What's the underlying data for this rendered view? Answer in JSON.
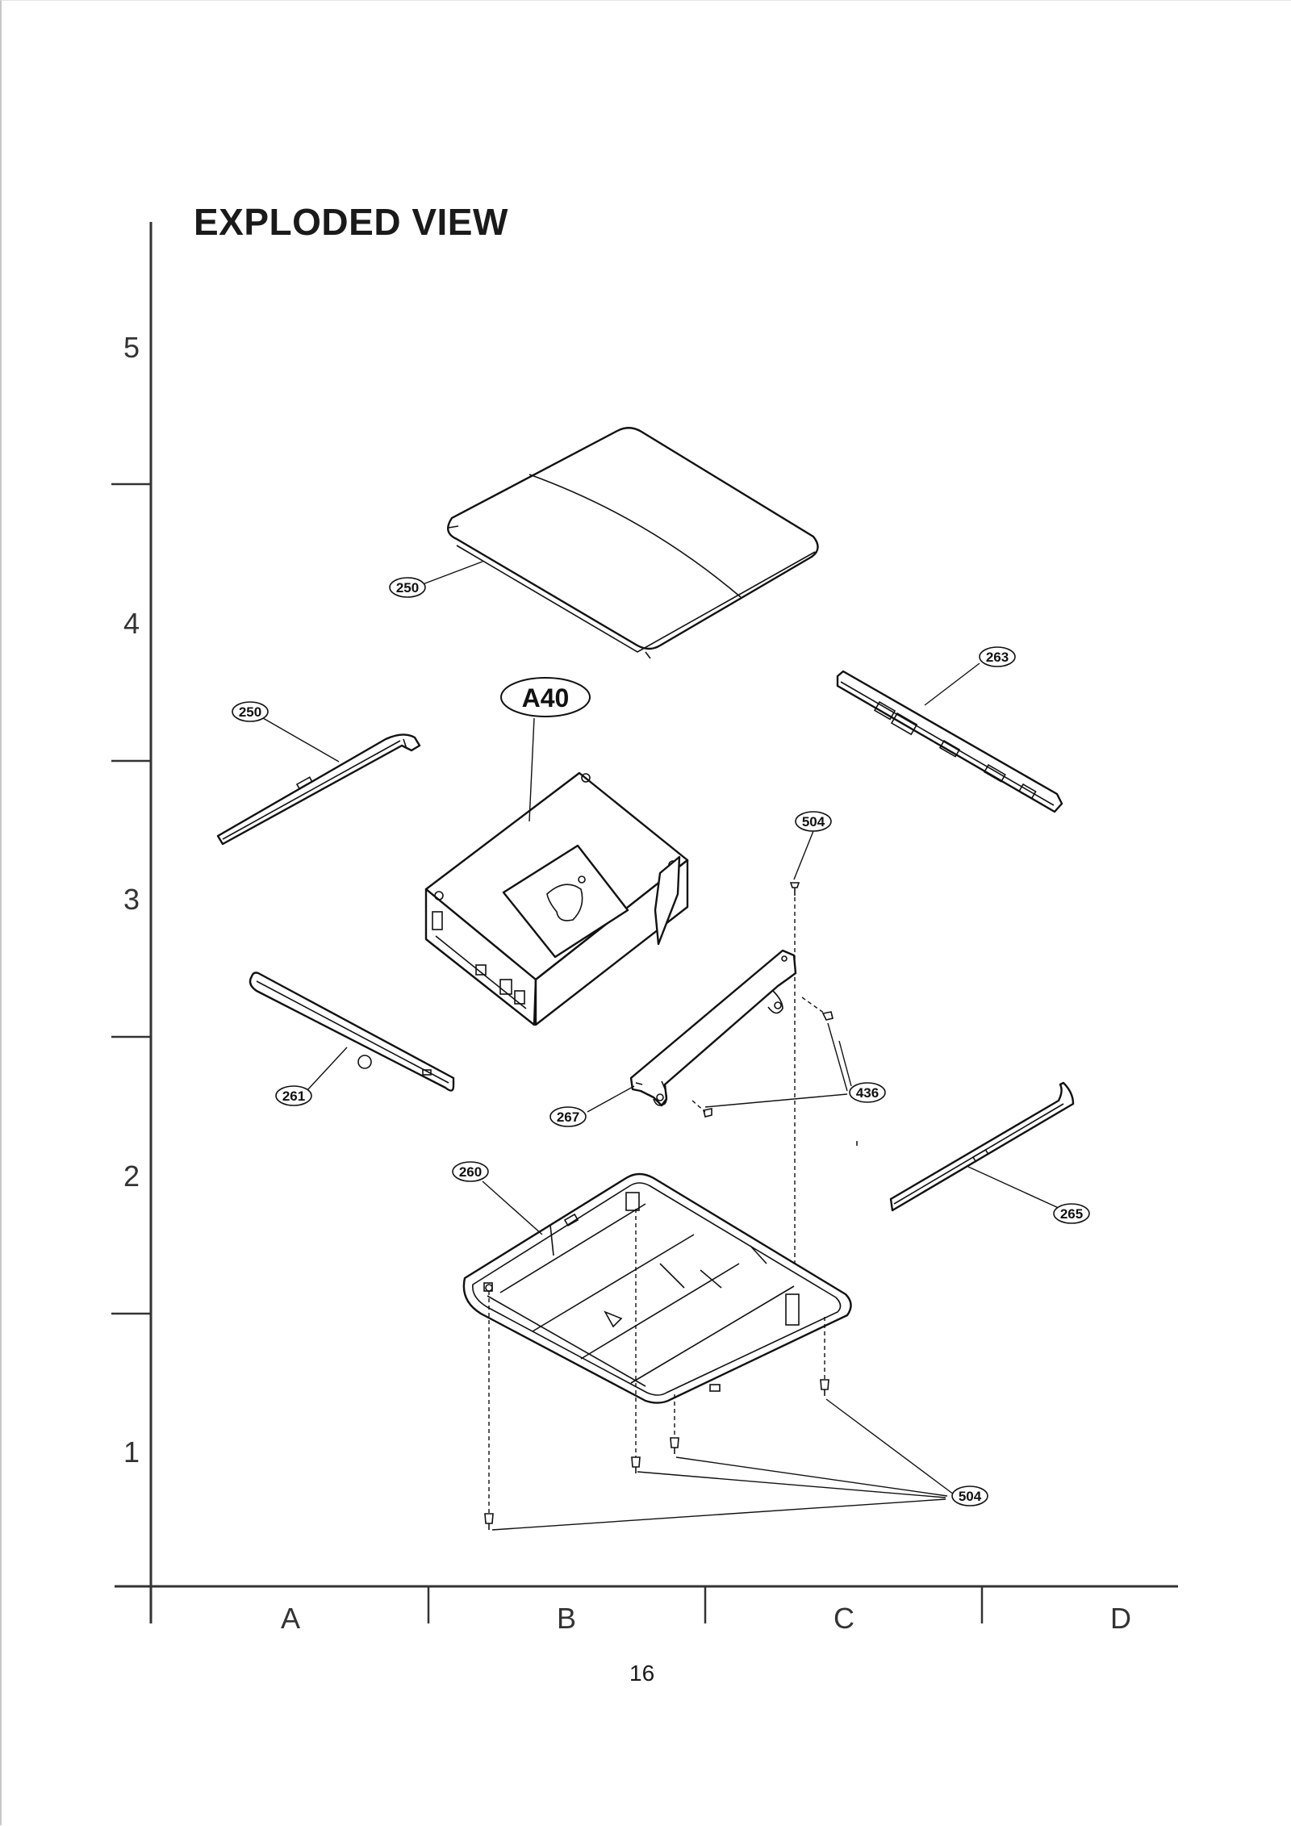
{
  "title": "EXPLODED VIEW",
  "page_number": "16",
  "grid": {
    "rows": [
      "5",
      "4",
      "3",
      "2",
      "1"
    ],
    "columns": [
      "A",
      "B",
      "C",
      "D"
    ]
  },
  "callouts": {
    "top_cover": "250",
    "left_trim": "250",
    "main_assembly": "A40",
    "right_rail": "263",
    "screw_top": "504",
    "front_trim": "261",
    "bracket": "267",
    "bracket_screws": "436",
    "base_cabinet": "260",
    "right_trim": "265",
    "base_screws": "504"
  }
}
